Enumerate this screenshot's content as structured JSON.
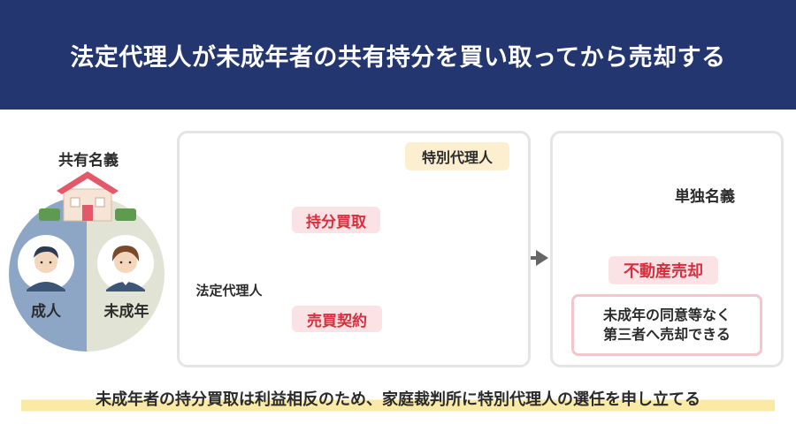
{
  "header": {
    "title": "法定代理人が未成年者の共有持分を買い取ってから売却する"
  },
  "left": {
    "title": "共有名義",
    "adult_label": "成人",
    "minor_label": "未成年"
  },
  "middle": {
    "special_agent_label": "特別代理人",
    "buy_share_label": "持分買取",
    "sale_contract_label": "売買契約",
    "legal_rep_label": "法定代理人"
  },
  "right": {
    "sole_name_label": "単独名義",
    "sale_label": "不動産売却",
    "note_line1": "未成年の同意等なく",
    "note_line2": "第三者へ売却できる"
  },
  "footer": {
    "text": "未成年者の持分買取は利益相反のため、家庭裁判所に特別代理人の選任を申し立てる"
  },
  "colors": {
    "header_bg": "#233670",
    "adult_half": "#8ea6c6",
    "minor_half": "#e1e3d4",
    "accent_red": "#d62f3e",
    "tag_pink": "#fbe3e5",
    "highlight_yellow": "#fbe9a6"
  }
}
